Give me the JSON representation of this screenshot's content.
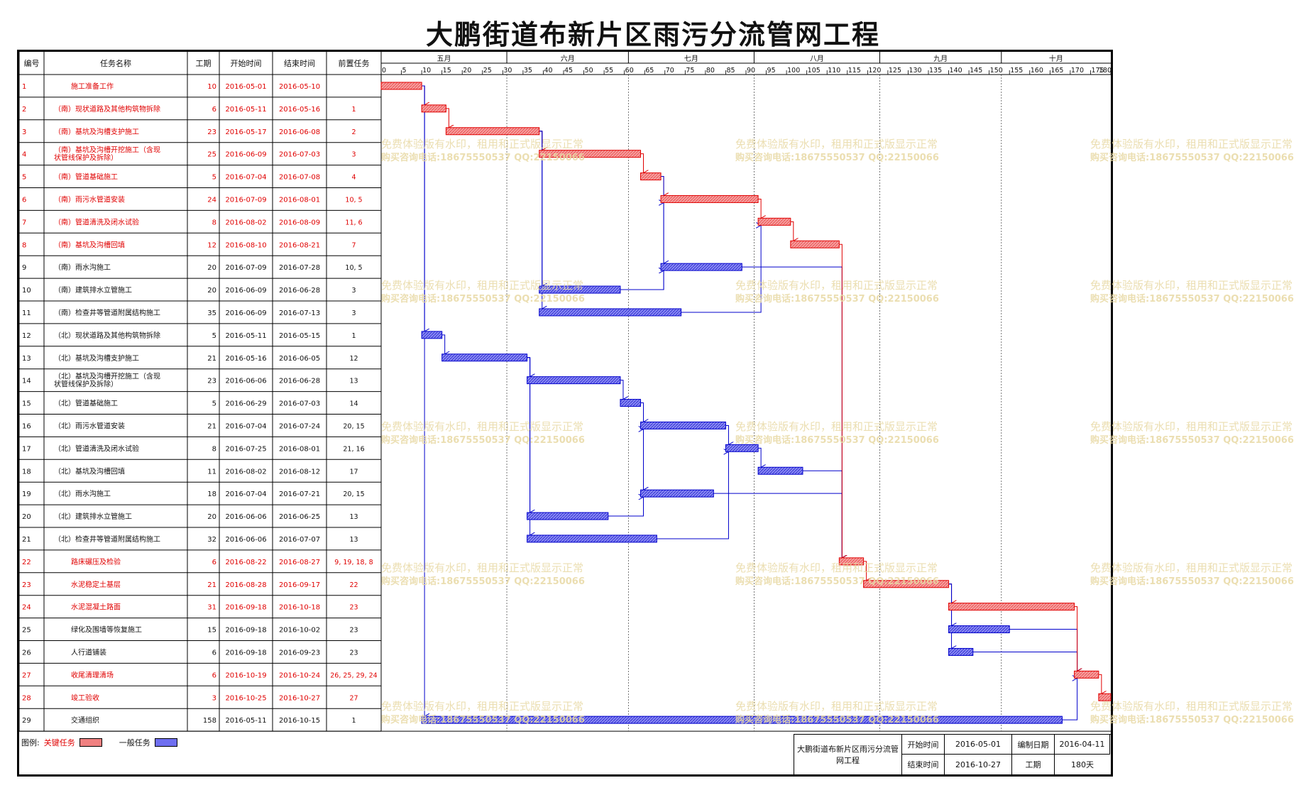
{
  "page": {
    "title": "大鹏街道布新片区雨污分流管网工程"
  },
  "table": {
    "headers": [
      "编号",
      "任务名称",
      "工期",
      "开始时间",
      "结束时间",
      "前置任务"
    ]
  },
  "colors": {
    "critical_fill": "#f08080",
    "critical_stroke": "#e00000",
    "normal_fill": "#6e6ef0",
    "normal_stroke": "#0000cc",
    "critical_text": "#e00000",
    "normal_text": "#111111"
  },
  "legend": {
    "prefix": "图例:",
    "critical": "关键任务",
    "normal": "一般任务"
  },
  "watermark": {
    "line1": "免费体验版有水印，租用和正式版显示正常",
    "line2": "购买咨询电话:18675550537 QQ:22150066"
  },
  "info": {
    "project_name": "大鹏街道布新片区雨污分流管网工程",
    "start_label": "开始时间",
    "start_value": "2016-05-01",
    "end_label": "结束时间",
    "end_value": "2016-10-27",
    "compile_label": "编制日期",
    "compile_value": "2016-04-11",
    "duration_label": "工期",
    "duration_value": "180天"
  },
  "chart_data": {
    "type": "gantt",
    "title": "大鹏街道布新片区雨污分流管网工程",
    "months": [
      {
        "name": "五月",
        "start_day": 0
      },
      {
        "name": "六月",
        "start_day": 31
      },
      {
        "name": "七月",
        "start_day": 61
      },
      {
        "name": "八月",
        "start_day": 92
      },
      {
        "name": "九月",
        "start_day": 123
      },
      {
        "name": "十月",
        "start_day": 153
      }
    ],
    "day_ticks": [
      0,
      5,
      10,
      15,
      20,
      25,
      30,
      35,
      40,
      45,
      50,
      55,
      60,
      65,
      70,
      75,
      80,
      85,
      90,
      95,
      100,
      105,
      110,
      115,
      120,
      125,
      130,
      135,
      140,
      145,
      150,
      155,
      160,
      165,
      170,
      175,
      180
    ],
    "xlim": [
      0,
      180
    ],
    "tasks": [
      {
        "id": "1",
        "name": "施工准备工作",
        "duration": "10",
        "start": "2016-05-01",
        "end": "2016-05-10",
        "pred": "",
        "critical": true,
        "s": 0,
        "d": 10
      },
      {
        "id": "2",
        "name": "（南）现状道路及其他构筑物拆除",
        "duration": "6",
        "start": "2016-05-11",
        "end": "2016-05-16",
        "pred": "1",
        "critical": true,
        "s": 10,
        "d": 6
      },
      {
        "id": "3",
        "name": "（南）基坑及沟槽支护施工",
        "duration": "23",
        "start": "2016-05-17",
        "end": "2016-06-08",
        "pred": "2",
        "critical": true,
        "s": 16,
        "d": 23
      },
      {
        "id": "4",
        "name": "（南）基坑及沟槽开挖施工（含现状管线保护及拆除）",
        "duration": "25",
        "start": "2016-06-09",
        "end": "2016-07-03",
        "pred": "3",
        "critical": true,
        "s": 39,
        "d": 25
      },
      {
        "id": "5",
        "name": "（南）管道基础施工",
        "duration": "5",
        "start": "2016-07-04",
        "end": "2016-07-08",
        "pred": "4",
        "critical": true,
        "s": 64,
        "d": 5
      },
      {
        "id": "6",
        "name": "（南）雨污水管道安装",
        "duration": "24",
        "start": "2016-07-09",
        "end": "2016-08-01",
        "pred": "10, 5",
        "critical": true,
        "s": 69,
        "d": 24
      },
      {
        "id": "7",
        "name": "（南）管道清洗及闭水试验",
        "duration": "8",
        "start": "2016-08-02",
        "end": "2016-08-09",
        "pred": "11, 6",
        "critical": true,
        "s": 93,
        "d": 8
      },
      {
        "id": "8",
        "name": "（南）基坑及沟槽回填",
        "duration": "12",
        "start": "2016-08-10",
        "end": "2016-08-21",
        "pred": "7",
        "critical": true,
        "s": 101,
        "d": 12
      },
      {
        "id": "9",
        "name": "（南）雨水沟施工",
        "duration": "20",
        "start": "2016-07-09",
        "end": "2016-07-28",
        "pred": "10, 5",
        "critical": false,
        "s": 69,
        "d": 20
      },
      {
        "id": "10",
        "name": "（南）建筑排水立管施工",
        "duration": "20",
        "start": "2016-06-09",
        "end": "2016-06-28",
        "pred": "3",
        "critical": false,
        "s": 39,
        "d": 20
      },
      {
        "id": "11",
        "name": "（南）检查井等管道附属结构施工",
        "duration": "35",
        "start": "2016-06-09",
        "end": "2016-07-13",
        "pred": "3",
        "critical": false,
        "s": 39,
        "d": 35
      },
      {
        "id": "12",
        "name": "（北）现状道路及其他构筑物拆除",
        "duration": "5",
        "start": "2016-05-11",
        "end": "2016-05-15",
        "pred": "1",
        "critical": false,
        "s": 10,
        "d": 5
      },
      {
        "id": "13",
        "name": "（北）基坑及沟槽支护施工",
        "duration": "21",
        "start": "2016-05-16",
        "end": "2016-06-05",
        "pred": "12",
        "critical": false,
        "s": 15,
        "d": 21
      },
      {
        "id": "14",
        "name": "（北）基坑及沟槽开挖施工（含现状管线保护及拆除）",
        "duration": "23",
        "start": "2016-06-06",
        "end": "2016-06-28",
        "pred": "13",
        "critical": false,
        "s": 36,
        "d": 23
      },
      {
        "id": "15",
        "name": "（北）管道基础施工",
        "duration": "5",
        "start": "2016-06-29",
        "end": "2016-07-03",
        "pred": "14",
        "critical": false,
        "s": 59,
        "d": 5
      },
      {
        "id": "16",
        "name": "（北）雨污水管道安装",
        "duration": "21",
        "start": "2016-07-04",
        "end": "2016-07-24",
        "pred": "20, 15",
        "critical": false,
        "s": 64,
        "d": 21
      },
      {
        "id": "17",
        "name": "（北）管道清洗及闭水试验",
        "duration": "8",
        "start": "2016-07-25",
        "end": "2016-08-01",
        "pred": "21, 16",
        "critical": false,
        "s": 85,
        "d": 8
      },
      {
        "id": "18",
        "name": "（北）基坑及沟槽回填",
        "duration": "11",
        "start": "2016-08-02",
        "end": "2016-08-12",
        "pred": "17",
        "critical": false,
        "s": 93,
        "d": 11
      },
      {
        "id": "19",
        "name": "（北）雨水沟施工",
        "duration": "18",
        "start": "2016-07-04",
        "end": "2016-07-21",
        "pred": "20, 15",
        "critical": false,
        "s": 64,
        "d": 18
      },
      {
        "id": "20",
        "name": "（北）建筑排水立管施工",
        "duration": "20",
        "start": "2016-06-06",
        "end": "2016-06-25",
        "pred": "13",
        "critical": false,
        "s": 36,
        "d": 20
      },
      {
        "id": "21",
        "name": "（北）检查井等管道附属结构施工",
        "duration": "32",
        "start": "2016-06-06",
        "end": "2016-07-07",
        "pred": "13",
        "critical": false,
        "s": 36,
        "d": 32
      },
      {
        "id": "22",
        "name": "路床碾压及检验",
        "duration": "6",
        "start": "2016-08-22",
        "end": "2016-08-27",
        "pred": "9, 19, 18, 8",
        "critical": true,
        "s": 113,
        "d": 6
      },
      {
        "id": "23",
        "name": "水泥稳定土基层",
        "duration": "21",
        "start": "2016-08-28",
        "end": "2016-09-17",
        "pred": "22",
        "critical": true,
        "s": 119,
        "d": 21
      },
      {
        "id": "24",
        "name": "水泥混凝土路面",
        "duration": "31",
        "start": "2016-09-18",
        "end": "2016-10-18",
        "pred": "23",
        "critical": true,
        "s": 140,
        "d": 31
      },
      {
        "id": "25",
        "name": "绿化及围墙等恢复施工",
        "duration": "15",
        "start": "2016-09-18",
        "end": "2016-10-02",
        "pred": "23",
        "critical": false,
        "s": 140,
        "d": 15
      },
      {
        "id": "26",
        "name": "人行道铺装",
        "duration": "6",
        "start": "2016-09-18",
        "end": "2016-09-23",
        "pred": "23",
        "critical": false,
        "s": 140,
        "d": 6
      },
      {
        "id": "27",
        "name": "收尾清理清场",
        "duration": "6",
        "start": "2016-10-19",
        "end": "2016-10-24",
        "pred": "26, 25, 29, 24",
        "critical": true,
        "s": 171,
        "d": 6
      },
      {
        "id": "28",
        "name": "竣工验收",
        "duration": "3",
        "start": "2016-10-25",
        "end": "2016-10-27",
        "pred": "27",
        "critical": true,
        "s": 177,
        "d": 3
      },
      {
        "id": "29",
        "name": "交通组织",
        "duration": "158",
        "start": "2016-05-11",
        "end": "2016-10-15",
        "pred": "1",
        "critical": false,
        "s": 10,
        "d": 158
      }
    ]
  }
}
